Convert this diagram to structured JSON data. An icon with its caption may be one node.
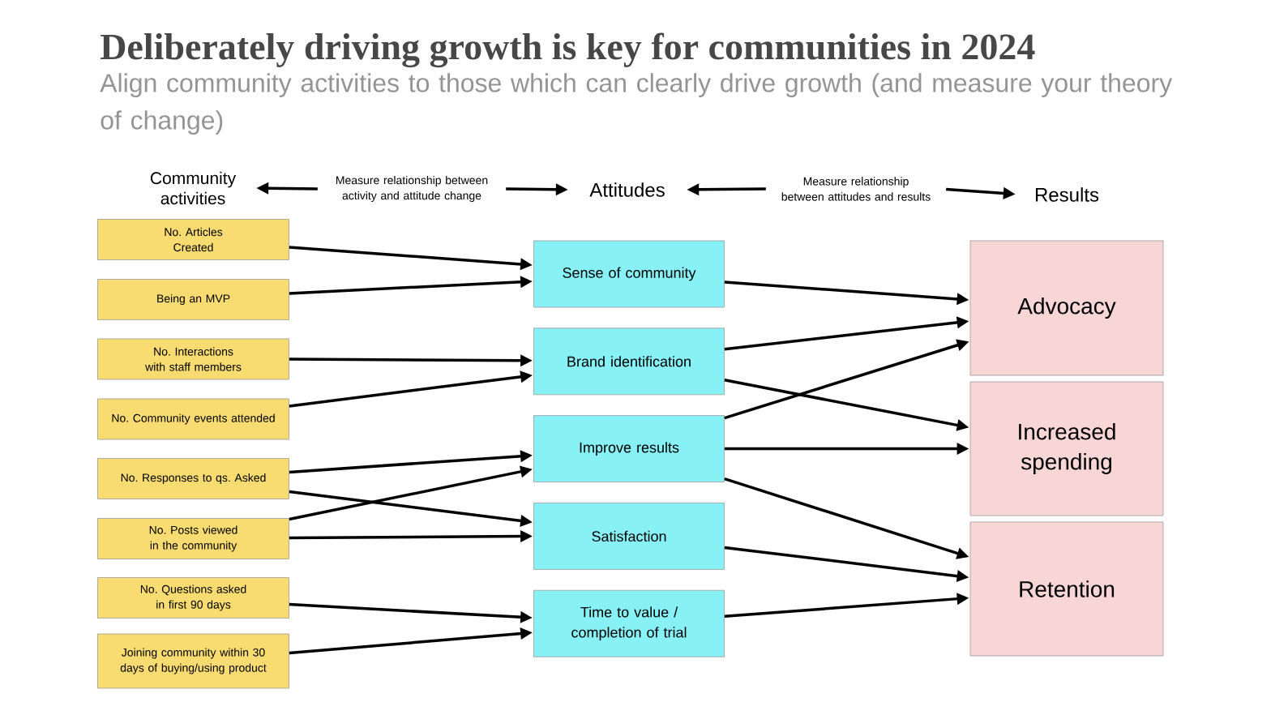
{
  "diagram": {
    "title": "Deliberately driving growth is key for communities in 2024",
    "nodes": [
      {
        "text": [
          "Community activities"
        ]
      },
      {
        "text": [
          "Measure relationship between activity and attitude change"
        ]
      },
      {
        "text": [
          "Attitudes"
        ]
      },
      {
        "text": [
          "Measure relationship between attitudes and results"
        ]
      },
      {
        "text": [
          "Results"
        ]
      },
      {
        "text": [
          "No. Articles Created"
        ]
      },
      {
        "text": [
          "Being an MVP"
        ]
      },
      {
        "text": [
          "No. Interactions with staff members"
        ]
      },
      {
        "text": [
          "No. Community events attended"
        ]
      },
      {
        "text": [
          "No. Responses to qs. Asked"
        ]
      },
      {
        "text": [
          "No. Posts viewed in the community"
        ]
      },
      {
        "text": [
          "No. Questions asked in first 90 days"
        ]
      },
      {
        "text": [
          "Joining community within 30 days of buying/using product"
        ]
      },
      {
        "text": [
          "Sense of community"
        ]
      },
      {
        "text": [
          "Brand identification"
        ]
      },
      {
        "text": [
          "Improve results"
        ]
      },
      {
        "text": [
          "Satisfaction"
        ]
      },
      {
        "text": [
          "Time to value / completion of trial"
        ]
      },
      {
        "text": [
          "Advocacy"
        ]
      },
      {
        "text": [
          "Increased spending"
        ]
      },
      {
        "text": [
          "Retention"
        ]
      }
    ],
    "edges": [
      {
        "from": 1,
        "to": 0,
        "arrow": "to"
      },
      {
        "from": 1,
        "to": 2,
        "arrow": "to"
      },
      {
        "from": 3,
        "to": 2,
        "arrow": "to"
      },
      {
        "from": 3,
        "to": 4,
        "arrow": "to"
      },
      {
        "from": 5,
        "to": 13,
        "arrow": "to"
      },
      {
        "from": 6,
        "to": 13,
        "arrow": "to"
      },
      {
        "from": 7,
        "to": 14,
        "arrow": "to"
      },
      {
        "from": 8,
        "to": 14,
        "arrow": "to"
      },
      {
        "from": 9,
        "to": 15,
        "arrow": "to"
      },
      {
        "from": 9,
        "to": 16,
        "arrow": "to"
      },
      {
        "from": 10,
        "to": 15,
        "arrow": "to"
      },
      {
        "from": 10,
        "to": 16,
        "arrow": "to"
      },
      {
        "from": 11,
        "to": 17,
        "arrow": "to"
      },
      {
        "from": 12,
        "to": 17,
        "arrow": "to"
      },
      {
        "from": 13,
        "to": 18,
        "arrow": "to"
      },
      {
        "from": 14,
        "to": 18,
        "arrow": "to"
      },
      {
        "from": 14,
        "to": 19,
        "arrow": "to"
      },
      {
        "from": 15,
        "to": 18,
        "arrow": "to"
      },
      {
        "from": 15,
        "to": 19,
        "arrow": "to"
      },
      {
        "from": 15,
        "to": 20,
        "arrow": "to"
      },
      {
        "from": 16,
        "to": 20,
        "arrow": "to"
      },
      {
        "from": 17,
        "to": 20,
        "arrow": "to"
      }
    ],
    "labels": [
      "Align community activities to those which can clearly drive growth (and measure your theory of change)"
    ]
  }
}
